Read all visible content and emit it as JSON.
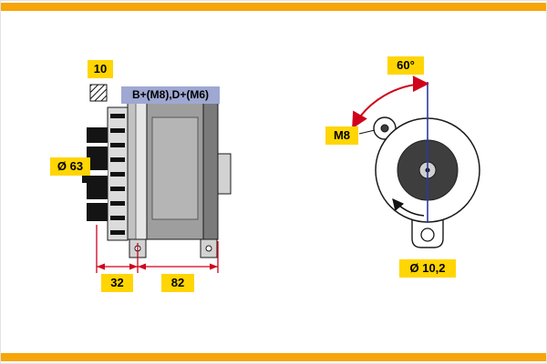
{
  "side_view": {
    "belt_width": "10",
    "terminals": "B+(M8),D+(M6)",
    "pulley_diameter": "Ø 63",
    "dim_front": "32",
    "dim_body": "82"
  },
  "front_view": {
    "mount_angle": "60°",
    "thread": "M8",
    "hole_diameter": "Ø 10,2"
  },
  "colors": {
    "accent_bar": "#f7a50a",
    "label_bg": "#ffd503",
    "terminal_label_bg": "#9ea8d2",
    "dimension_red": "#d0021b",
    "centerline_blue": "#2c3aa0",
    "drawing_dark": "#1a1a1a"
  }
}
